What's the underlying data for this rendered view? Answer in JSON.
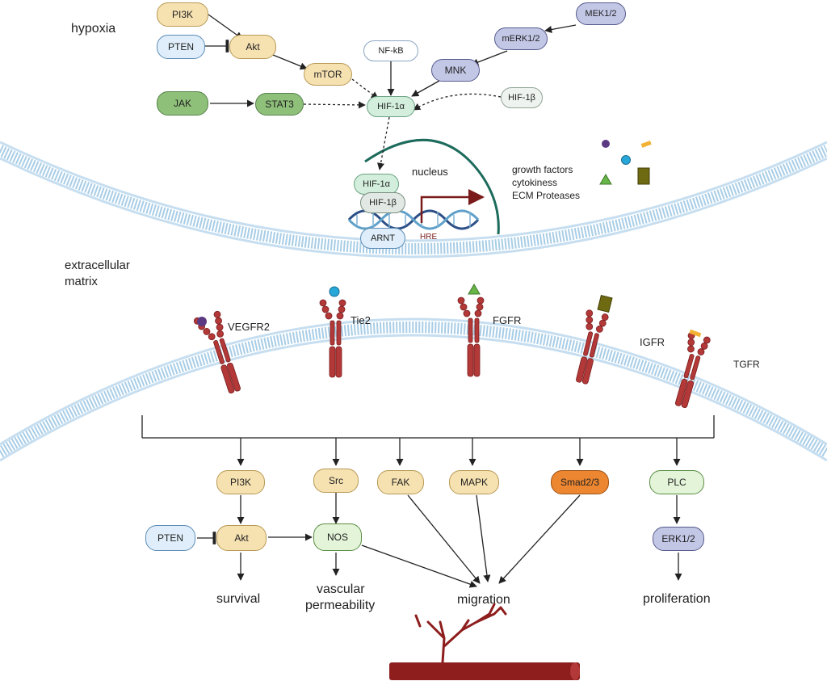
{
  "colors": {
    "tan_fill": "#f6e1b1",
    "tan_border": "#b89a55",
    "blue_fill": "#dfeefa",
    "blue_border": "#5d8db7",
    "green_fill": "#8fc07a",
    "green_border": "#55824a",
    "mint_fill": "#d3eedc",
    "mint_border": "#6aa383",
    "purple_fill": "#c3c7e6",
    "purple_border": "#555a8c",
    "lightgreen_fill": "#e3f4d8",
    "lightgreen_border": "#5b8e45",
    "orange_fill": "#ec8630",
    "orange_border": "#9c5316",
    "receptor": "#b33838",
    "vessel": "#8e1d1d",
    "membrane": "#a8cde6",
    "nucleus_arc": "#1d6b5c",
    "arrow": "#222222",
    "hre_arrow": "#7a1a1a"
  },
  "labels": {
    "hypoxia": "hypoxia",
    "nucleus": "nucleus",
    "hre": "HRE",
    "ecm_line1": "extracellular",
    "ecm_line2": "matrix",
    "secreted": [
      "growth factors",
      "cytokiness",
      "ECM Proteases"
    ],
    "receptors": [
      "VEGFR2",
      "Tie2",
      "FGFR",
      "IGFR",
      "TGFR"
    ],
    "outcomes": {
      "survival": "survival",
      "vascular_line1": "vascular",
      "vascular_line2": "permeability",
      "migration": "migration",
      "proliferation": "proliferation"
    }
  },
  "top_nodes": {
    "pi3k": "PI3K",
    "pten": "PTEN",
    "akt": "Akt",
    "mtor": "mTOR",
    "jak": "JAK",
    "stat3": "STAT3",
    "nfkb": "NF-kB",
    "hif1a": "HIF-1α",
    "mek": "MEK1/2",
    "merk": "mERK1/2",
    "mnk": "MNK",
    "hif1b": "HIF-1β"
  },
  "nucleus_nodes": {
    "hif1a": "HIF-1α",
    "hif1b": "HIF-1β",
    "arnt": "ARNT"
  },
  "bottom_nodes": {
    "pi3k": "PI3K",
    "src": "Src",
    "fak": "FAK",
    "mapk": "MAPK",
    "smad": "Smad2/3",
    "plc": "PLC",
    "pten": "PTEN",
    "akt": "Akt",
    "nos": "NOS",
    "erk": "ERK1/2"
  },
  "molecules": [
    {
      "name": "growth-factor-purple-dot",
      "shape": "circle",
      "color": "#5b3a82"
    },
    {
      "name": "growth-factor-blue-dot",
      "shape": "circle",
      "color": "#27a6d8"
    },
    {
      "name": "growth-factor-green-triangle",
      "shape": "triangle",
      "color": "#68b548"
    },
    {
      "name": "growth-factor-olive-rect",
      "shape": "rect",
      "color": "#6e6a12"
    },
    {
      "name": "growth-factor-yellow-bar",
      "shape": "rect",
      "color": "#f2b233"
    }
  ]
}
